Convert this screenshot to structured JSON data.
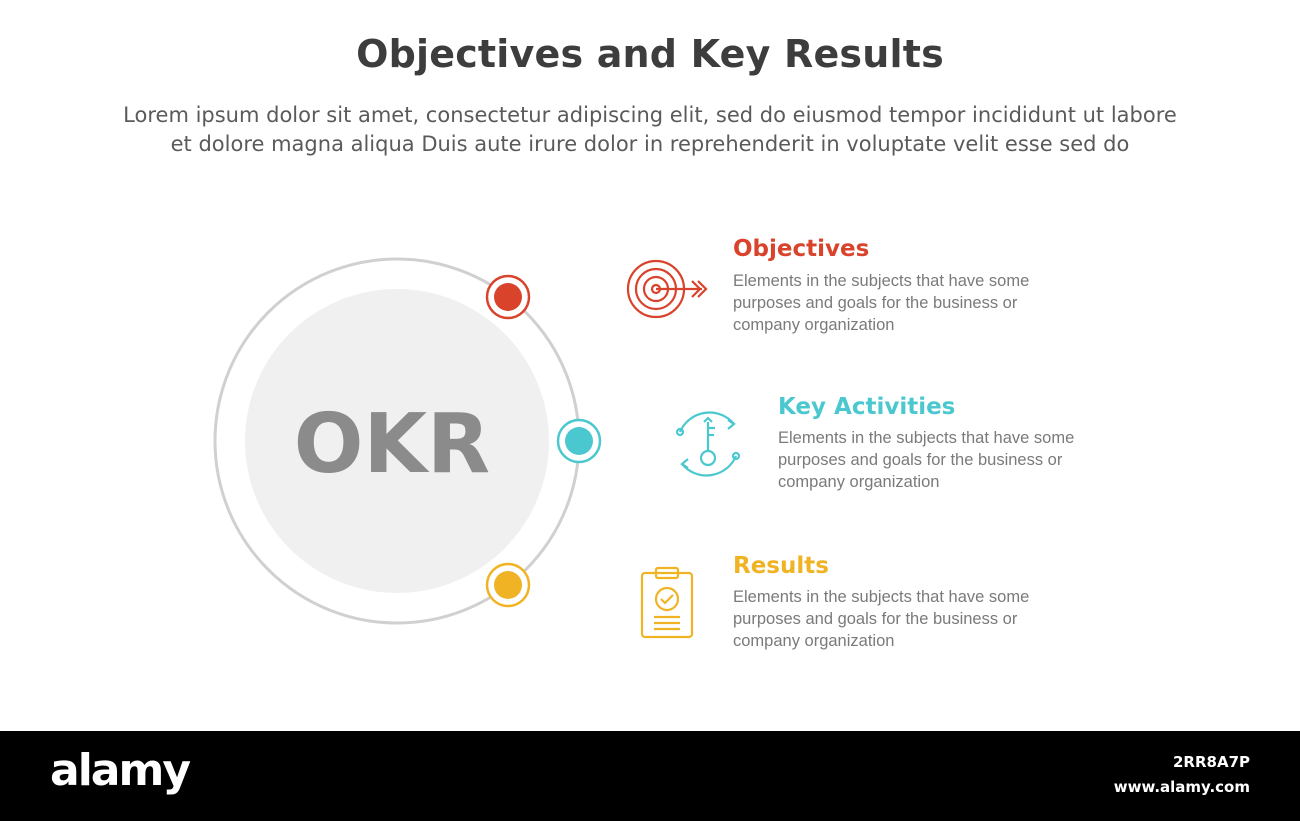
{
  "header": {
    "title": "Objectives and Key Results",
    "subtitle_line1": "Lorem ipsum dolor sit amet, consectetur adipiscing elit, sed do eiusmod tempor incididunt ut labore",
    "subtitle_line2": "et dolore magna aliqua Duis aute irure dolor in reprehenderit in voluptate velit esse sed do"
  },
  "center": {
    "label": "OKR"
  },
  "items": [
    {
      "title": "Objectives",
      "color": "#d9432c",
      "icon": "target-arrow-icon",
      "desc_line1": "Elements in the subjects that have some",
      "desc_line2": "purposes and goals for the business or",
      "desc_line3": "company organization"
    },
    {
      "title": "Key Activities",
      "color": "#4bc8cf",
      "icon": "key-cycle-icon",
      "desc_line1": "Elements in the subjects that have some",
      "desc_line2": "purposes and goals for the business or",
      "desc_line3": "company organization"
    },
    {
      "title": "Results",
      "color": "#f0b323",
      "icon": "clipboard-check-icon",
      "desc_line1": "Elements in the subjects that have some",
      "desc_line2": "purposes and goals for the business or",
      "desc_line3": "company organization"
    }
  ],
  "footer": {
    "brand": "alamy",
    "image_id": "2RR8A7P",
    "url": "www.alamy.com"
  }
}
